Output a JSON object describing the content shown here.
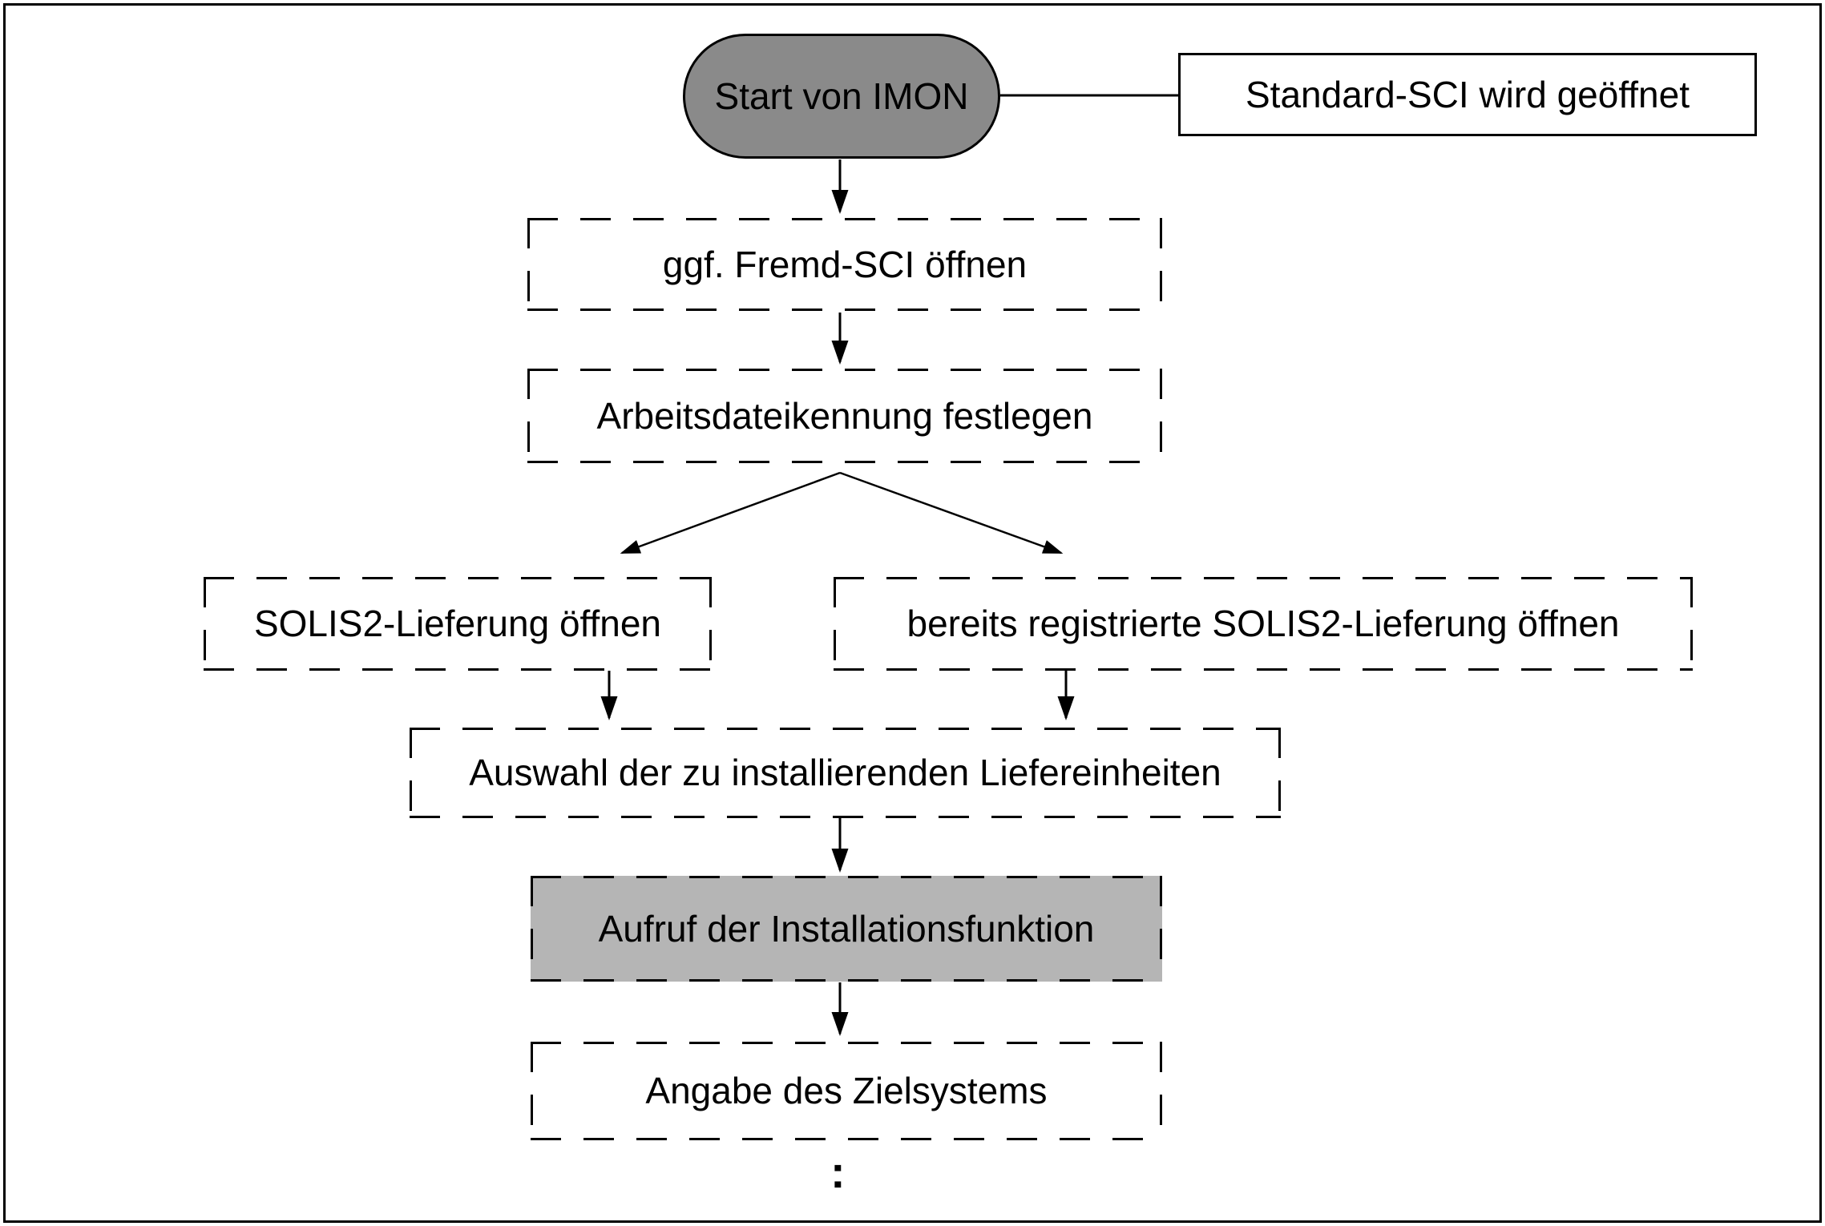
{
  "figure": {
    "type": "flowchart",
    "nodes": {
      "start": {
        "label": "Start von IMON",
        "shape": "stadium",
        "fill": "#8a8a8a"
      },
      "note": {
        "label": "Standard-SCI wird geöffnet",
        "shape": "rect-solid",
        "fill": "#ffffff"
      },
      "fremd_sci": {
        "label": "ggf. Fremd-SCI öffnen",
        "shape": "rect-dashed"
      },
      "arbeitsdatei": {
        "label": "Arbeitsdateikennung festlegen",
        "shape": "rect-dashed"
      },
      "solis2": {
        "label": "SOLIS2-Lieferung öffnen",
        "shape": "rect-dashed"
      },
      "registrierte": {
        "label": "bereits registrierte SOLIS2-Lieferung öffnen",
        "shape": "rect-dashed"
      },
      "auswahl": {
        "label": "Auswahl der zu installierenden Liefereinheiten",
        "shape": "rect-dashed"
      },
      "aufruf": {
        "label": "Aufruf der Installationsfunktion",
        "shape": "rect-dashed",
        "fill": "#b5b5b5"
      },
      "zielsystem": {
        "label": "Angabe des Zielsystems",
        "shape": "rect-dashed"
      },
      "continuation": {
        "label": ":"
      }
    },
    "edges": [
      {
        "from": "start",
        "to": "note",
        "style": "plain-line"
      },
      {
        "from": "start",
        "to": "fremd_sci",
        "style": "arrow"
      },
      {
        "from": "fremd_sci",
        "to": "arbeitsdatei",
        "style": "arrow"
      },
      {
        "from": "arbeitsdatei",
        "to": "solis2",
        "style": "arrow-diagonal"
      },
      {
        "from": "arbeitsdatei",
        "to": "registrierte",
        "style": "arrow-diagonal"
      },
      {
        "from": "solis2",
        "to": "auswahl",
        "style": "arrow"
      },
      {
        "from": "registrierte",
        "to": "auswahl",
        "style": "arrow"
      },
      {
        "from": "auswahl",
        "to": "aufruf",
        "style": "arrow"
      },
      {
        "from": "aufruf",
        "to": "zielsystem",
        "style": "arrow"
      }
    ],
    "colors": {
      "stadium_fill": "#8a8a8a",
      "highlight_fill": "#b5b5b5",
      "line": "#000000",
      "background": "#ffffff"
    }
  }
}
